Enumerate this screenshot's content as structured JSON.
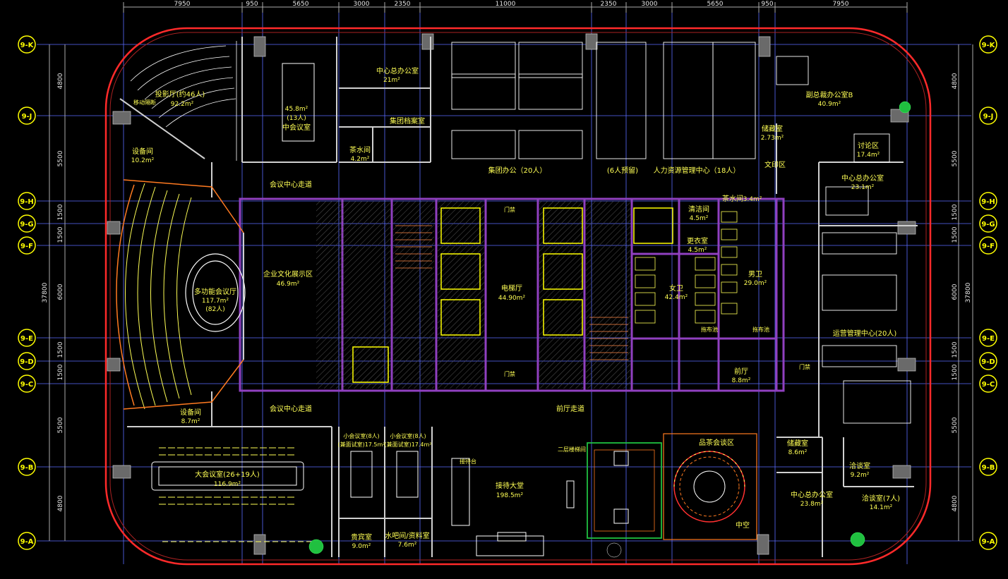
{
  "top_dimensions": [
    "7950",
    "950",
    "5650",
    "3000",
    "2350",
    "11000",
    "2350",
    "3000",
    "5650",
    "950",
    "7950"
  ],
  "side_dimensions": {
    "left": [
      "4800",
      "5500",
      "1500",
      "1500",
      "6000",
      "1500",
      "1500",
      "5500",
      "4800"
    ],
    "total": "37800"
  },
  "axes": [
    "9-K",
    "9-J",
    "9-H",
    "9-G",
    "9-F",
    "9-E",
    "9-D",
    "9-C",
    "9-B",
    "9-A"
  ],
  "rooms": {
    "projection": {
      "name": "投影厅(约46人)",
      "area": "92.2m²"
    },
    "mobile_partition": "移动隔断",
    "equipment_top": {
      "name": "设备间",
      "area": "10.2m²"
    },
    "meeting_13": {
      "name": "中会议室",
      "area": "45.8m²",
      "people": "(13人)"
    },
    "center_office_top": {
      "name": "中心总办公室",
      "area": "21m²"
    },
    "tea_room_top": {
      "name": "茶水间",
      "area": "4.2m²"
    },
    "group_archive": "集团档案室",
    "group_office": "集团办公（20人）",
    "reserved_6": "(6人预留)",
    "hr_center": "人力资源管理中心（18人）",
    "vp_office": {
      "name": "副总裁办公室B",
      "area": "40.9m²"
    },
    "storage_top": {
      "name": "储藏室",
      "area": "2.73m²"
    },
    "discussion": {
      "name": "讨论区",
      "area": "17.4m²"
    },
    "print_area": "文印区",
    "meeting_corridor_top": "会议中心走道",
    "culture_show": {
      "name": "企业文化展示区",
      "area": "46.9m²"
    },
    "multi_hall": {
      "name": "多功能会议厅",
      "area": "117.7m²",
      "people": "(82人)"
    },
    "elevator_hall": {
      "name": "电梯厅",
      "area": "44.90m²"
    },
    "cleaning": {
      "name": "清洁间",
      "area": "4.5m²"
    },
    "tea_room_right": {
      "name": "茶水间",
      "area": "3.4m²"
    },
    "changing": {
      "name": "更衣室",
      "area": "4.5m²"
    },
    "female_wc": {
      "name": "女卫",
      "area": "42.4m²"
    },
    "male_wc": {
      "name": "男卫",
      "area": "29.0m²"
    },
    "center_office_right": {
      "name": "中心总办公室",
      "area": "23.1m²"
    },
    "operation_center": "运营管理中心(20人)",
    "front_hall": {
      "name": "前厅",
      "area": "8.8m²"
    },
    "equipment_bottom": {
      "name": "设备间",
      "area": "8.7m²"
    },
    "meeting_corridor_bottom": "会议中心走道",
    "front_corridor": "前厅走道",
    "big_meeting": {
      "name": "大会议室(26+19人)",
      "area": "116.9m²"
    },
    "small_meeting_1": {
      "name": "小会议室(8人)",
      "area": "(兼面试室)17.5m²"
    },
    "small_meeting_2": {
      "name": "小会议室(8人)",
      "area": "(兼面试室)17.4m²"
    },
    "reception_hall": {
      "name": "接待大堂",
      "area": "198.5m²"
    },
    "tea_tasting": "品茶会谈区",
    "storage_bottom": {
      "name": "储藏室",
      "area": "8.6m²"
    },
    "negotiation_small": {
      "name": "洽谈室",
      "area": "9.2m²"
    },
    "center_office_bottom": {
      "name": "中心总办公室",
      "area": "23.8m²"
    },
    "negotiation_big": {
      "name": "洽谈室(7人)",
      "area": "14.1m²"
    },
    "reception_room": {
      "name": "贵宾室",
      "area": "9.0m²"
    },
    "water_bar": {
      "name": "水吧间/资料室",
      "area": "7.6m²"
    },
    "atrium": "中空",
    "door_top": "门禁",
    "door_bottom": "门禁",
    "door_right": "门禁",
    "reception_desk": "接待台",
    "mop_left": "拖布池",
    "mop_right": "拖布池",
    "elevator_label": "二层楼梯间"
  },
  "colors": {
    "grid": "#5a6cff",
    "wall": "#ff2a2a",
    "furniture": "#ffffff",
    "text": "#ffff55",
    "purple": "#9040c0",
    "core": "#7a7a7a",
    "green": "#20c040",
    "orange": "#ff7a20"
  }
}
